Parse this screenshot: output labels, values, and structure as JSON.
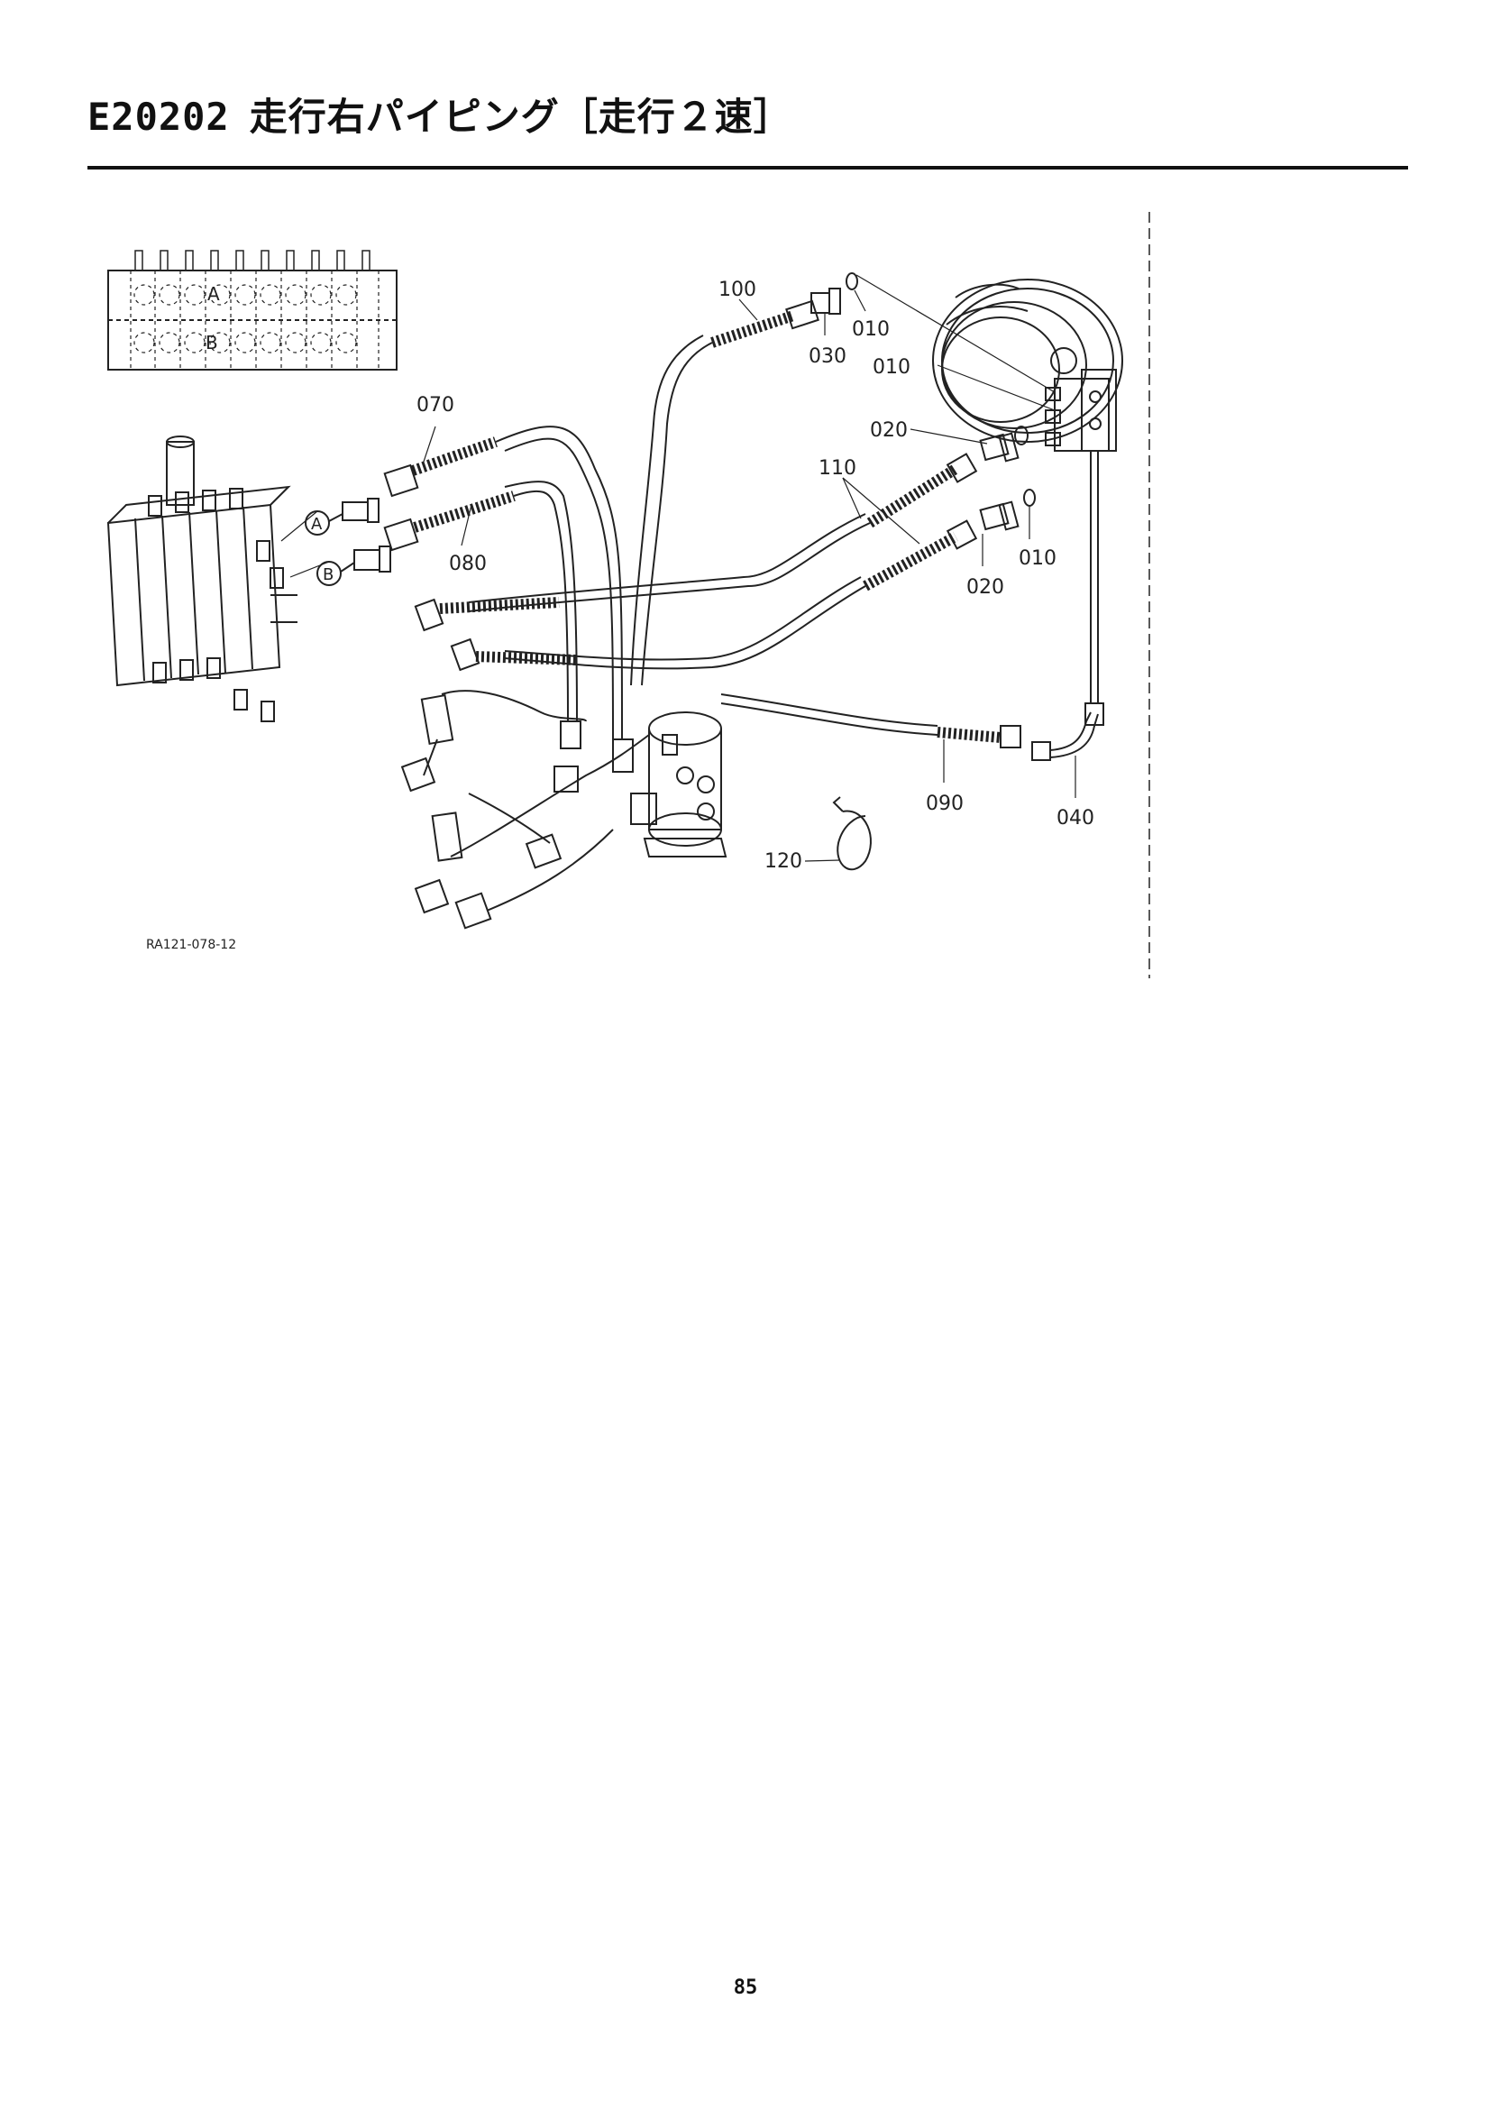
{
  "header": {
    "code": "E20202",
    "title": "走行右パイピング［走行２速］"
  },
  "diagram": {
    "port_labels": [
      "A",
      "B"
    ],
    "circled_labels": [
      "A",
      "B"
    ],
    "callouts": {
      "c100": "100",
      "c010_top": "010",
      "c030": "030",
      "c010_mid": "010",
      "c020_top": "020",
      "c110": "110",
      "c070": "070",
      "c080": "080",
      "c010_low": "010",
      "c020_low": "020",
      "c090": "090",
      "c040": "040",
      "c120": "120"
    },
    "figure_code": "RA121-078-12"
  },
  "footer": {
    "page_number": "85"
  }
}
